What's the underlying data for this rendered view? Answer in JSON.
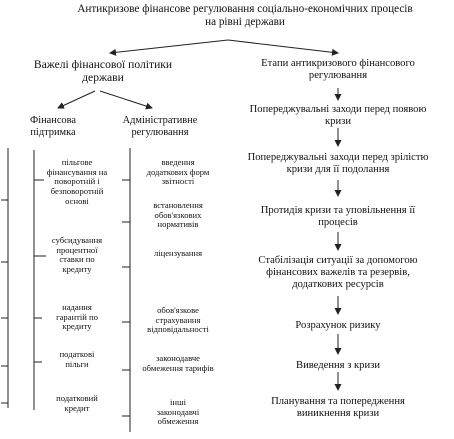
{
  "title": {
    "line1": "Антикризове фінансове регулювання соціально-економічних процесів",
    "line2": "на рівні держави"
  },
  "left_branch": {
    "heading_line1": "Важелі фінансової політики",
    "heading_line2": "держави",
    "financial_support": {
      "label_line1": "Фінансова",
      "label_line2": "підтримка",
      "items": [
        [
          "пільгове",
          "фінансування на",
          "поворотній і",
          "безповоротній",
          "основі"
        ],
        [
          "субсидування",
          "процентної",
          "ставки по",
          "кредиту"
        ],
        [
          "надання",
          "гарантій по",
          "кредиту"
        ],
        [
          "податкові",
          "пільги"
        ],
        [
          "податковий",
          "кредит"
        ]
      ]
    },
    "administrative_regulation": {
      "label_line1": "Адміністративне",
      "label_line2": "регулювання",
      "items": [
        [
          "введення",
          "додаткових форм",
          "звітності"
        ],
        [
          "встановлення",
          "обов'язкових",
          "нормативів"
        ],
        [
          "ліцензування"
        ],
        [
          "обов'язкове",
          "страхування",
          "відповідальності"
        ],
        [
          "законодавче",
          "обмеження тарифів"
        ],
        [
          "інші",
          "законодавчі",
          "обмеження"
        ]
      ]
    }
  },
  "right_branch": {
    "heading_line1": "Етапи антикризового фінансового",
    "heading_line2": "регулювання",
    "stages": [
      [
        "Попереджувальні заходи перед появою",
        "кризи"
      ],
      [
        "Попереджувальні заходи перед зрілістю",
        "кризи для її подолання"
      ],
      [
        "Протидія кризи та уповільнення її",
        "процесів"
      ],
      [
        "Стабілізація ситуації за допомогою",
        "фінансових важелів та резервів,",
        "додаткових ресурсів"
      ],
      [
        "Розрахунок ризику"
      ],
      [
        "Виведення з кризи"
      ],
      [
        "Планування та попередження",
        "виникнення кризи"
      ]
    ]
  }
}
